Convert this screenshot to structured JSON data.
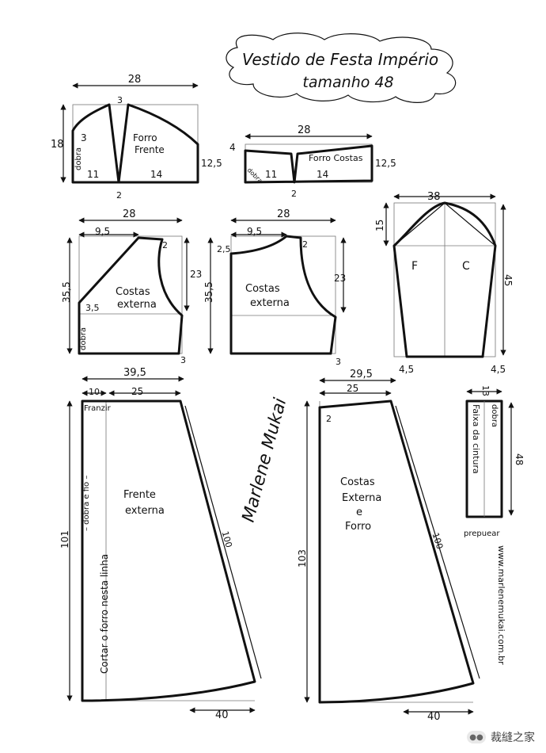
{
  "title": {
    "line1": "Vestido de Festa Império",
    "line2": "tamanho 48"
  },
  "piece_front_lining": {
    "label_1": "Forro",
    "label_2": "Frente",
    "dim_width": "28",
    "dim_neck": "3",
    "dim_height": "18",
    "dim_drop": "3",
    "dim_left": "11",
    "dim_right": "14",
    "dim_side": "12,5",
    "dim_dart": "2",
    "fold": "dobra"
  },
  "piece_back_lining": {
    "label": "Forro Costas",
    "dim_width": "28",
    "dim_height": "4",
    "dim_left": "11",
    "dim_right": "14",
    "dim_side": "12,5",
    "dim_dart": "2",
    "fold": "dobra"
  },
  "piece_back_outer_fold": {
    "label_1": "Costas",
    "label_2": "externa",
    "dim_width": "28",
    "dim_neck": "9,5",
    "dim_shoulder": "2",
    "dim_height": "35,5",
    "dim_armhole": "23",
    "dim_drop": "3,5",
    "dim_bottom": "3",
    "fold": "dobra"
  },
  "piece_back_outer": {
    "label_1": "Costas",
    "label_2": "externa",
    "dim_width": "28",
    "dim_neck": "9,5",
    "dim_left_drop": "2,5",
    "dim_shoulder": "2",
    "dim_height": "35,5",
    "dim_armhole": "23",
    "dim_bottom": "3"
  },
  "piece_sleeve": {
    "label_f": "F",
    "label_c": "C",
    "dim_width": "38",
    "dim_cap": "15",
    "dim_length": "45",
    "dim_left": "4,5",
    "dim_right": "4,5"
  },
  "piece_skirt_front": {
    "gather": "Franzir",
    "label_1": "Frente",
    "label_2": "externa",
    "dim_total": "39,5",
    "dim_left": "10",
    "dim_right": "25",
    "dim_height": "101",
    "dim_side": "100",
    "dim_hem": "40",
    "fold_note": "Cortar o forro nesta linha",
    "fold": "– dobra e fio –"
  },
  "piece_skirt_back": {
    "label_1": "Costas",
    "label_2": "Externa",
    "label_3": "e",
    "label_4": "Forro",
    "dim_total": "29,5",
    "dim_top": "25",
    "dim_drop": "2",
    "dim_height": "103",
    "dim_side": "100",
    "dim_hem": "40"
  },
  "piece_waistband": {
    "label": "Faixa da cintura",
    "fold": "dobra",
    "dim_width": "13",
    "dim_length": "48",
    "note": "prepuear"
  },
  "signature": "Marlene Mukai",
  "website": "www.marlenemukai.com.br",
  "watermark": "裁縫之家"
}
